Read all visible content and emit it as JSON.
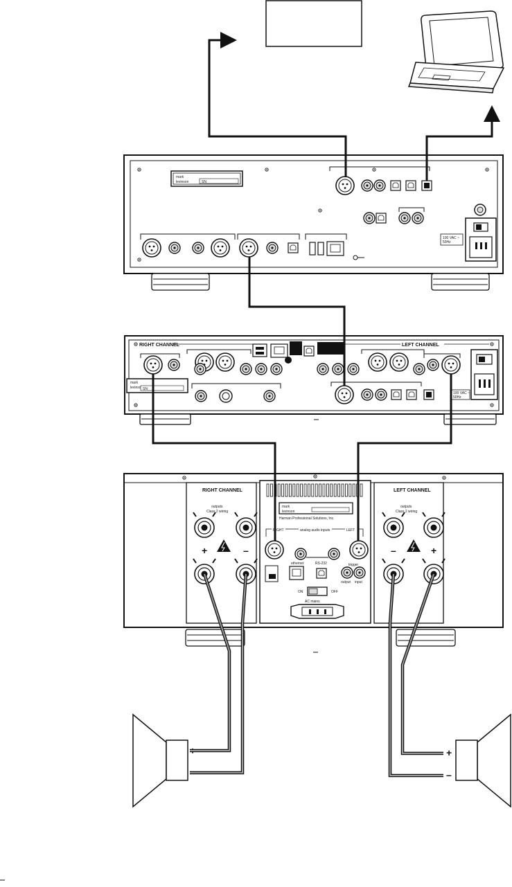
{
  "processor": {
    "logo_line1": "mark",
    "logo_line2": "levinson",
    "serial_prefix": "SN",
    "mains_label_line1": "100 VAC ~",
    "mains_label_line2": "50Hz"
  },
  "preamp": {
    "right_channel_label": "RIGHT CHANNEL",
    "left_channel_label": "LEFT CHANNEL",
    "logo_line1": "mark",
    "logo_line2": "levinson",
    "serial_prefix": "SN",
    "mains_label_line1": "100 VAC ~",
    "mains_label_line2": "50Hz"
  },
  "amplifier": {
    "right_channel_label": "RIGHT CHANNEL",
    "left_channel_label": "LEFT CHANNEL",
    "outputs_label": "outputs",
    "wiring_label": "Class 2 wiring",
    "logo_line1": "mark",
    "logo_line2": "levinson",
    "maker_label": "Harman Professional Solutions, Inc.",
    "input_right_label": "RIGHT",
    "input_group_label": "analog audio inputs",
    "input_left_label": "LEFT",
    "ethernet_label": "ethernet",
    "rs232_label": "RS-232",
    "trigger_label": "trigger",
    "trigger_output_label": "output",
    "trigger_input_label": "input",
    "switch_on_label": "ON",
    "switch_off_label": "OFF",
    "ac_mains_label": "AC mains",
    "plus_label": "+",
    "minus_label": "–"
  },
  "speakers": {
    "plus_label": "+",
    "minus_label": "–"
  }
}
